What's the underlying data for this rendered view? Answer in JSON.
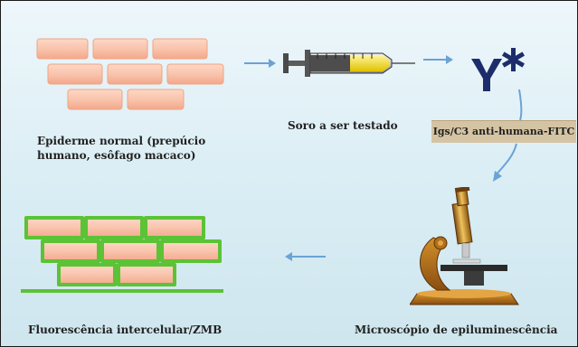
{
  "steps": {
    "epidermis": {
      "line1": "Epiderme normal (prepúcio",
      "line2": "humano, esôfago macaco)"
    },
    "serum": {
      "label": "Soro a ser testado"
    },
    "antibody": {
      "label": "Igs/C3 anti-humana-FITC"
    },
    "result": {
      "label": "Fluorescência intercelular/ZMB"
    },
    "microscope": {
      "label": "Microscópio de epiluminescência"
    }
  },
  "colors": {
    "brick": "#f7b9a1",
    "brick_fluorescent_outline": "#5cc236",
    "arrow": "#6aa3d4",
    "antibody": "#1d2d6b",
    "tag_background": "#d5c4a3"
  },
  "icons": [
    "brick-wall-icon",
    "syringe-icon",
    "antibody-icon",
    "microscope-icon",
    "fluorescent-brick-wall-icon"
  ]
}
